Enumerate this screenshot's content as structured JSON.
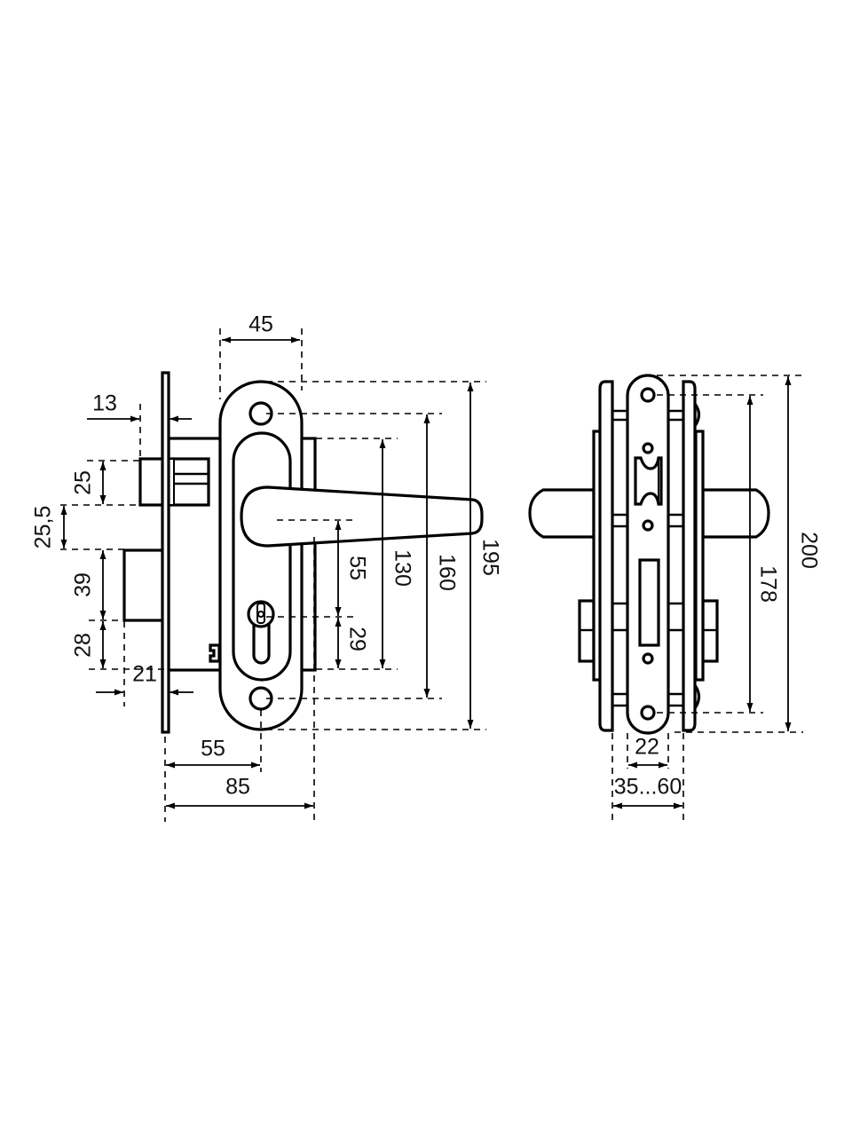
{
  "drawing": {
    "title": "Mortise lock with lever handle set - dimensional drawing",
    "units": "mm",
    "line_color": "#000000",
    "background": "#ffffff"
  },
  "front_view": {
    "dims": {
      "rosette_width": "45",
      "latch_projection": "13",
      "latch_height": "25",
      "latch_to_bolt": "25,5",
      "bolt_height": "39",
      "bolt_to_bottom": "28",
      "bolt_projection": "21",
      "handle_to_cylinder": "55",
      "cylinder_to_case": "29",
      "case_height": "130",
      "screw_spacing": "160",
      "rosette_height": "195",
      "backset": "55",
      "total_depth": "85"
    }
  },
  "side_view": {
    "dims": {
      "screw_spacing": "178",
      "total_height": "200",
      "faceplate_width": "22",
      "door_thickness": "35...60"
    }
  }
}
